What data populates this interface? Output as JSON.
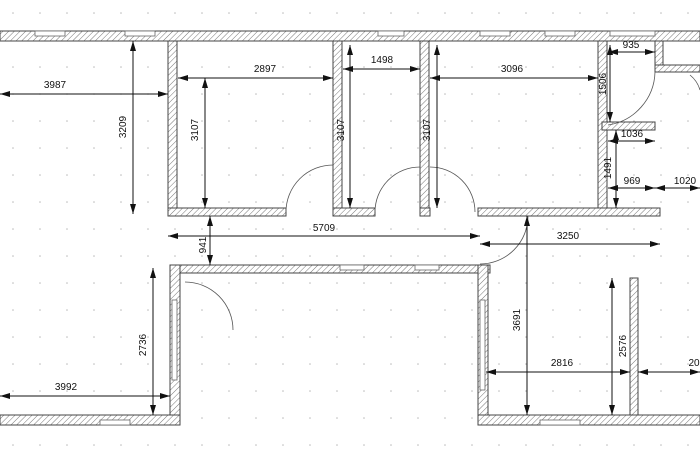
{
  "plan": {
    "dimensions": [
      "3987",
      "3209",
      "2897",
      "3107",
      "1498",
      "3107",
      "3096",
      "3107",
      "935",
      "1506",
      "1036",
      "1491",
      "969",
      "1020",
      "5709",
      "941",
      "3250",
      "2736",
      "3992",
      "3691",
      "2816",
      "2576",
      "20"
    ]
  }
}
